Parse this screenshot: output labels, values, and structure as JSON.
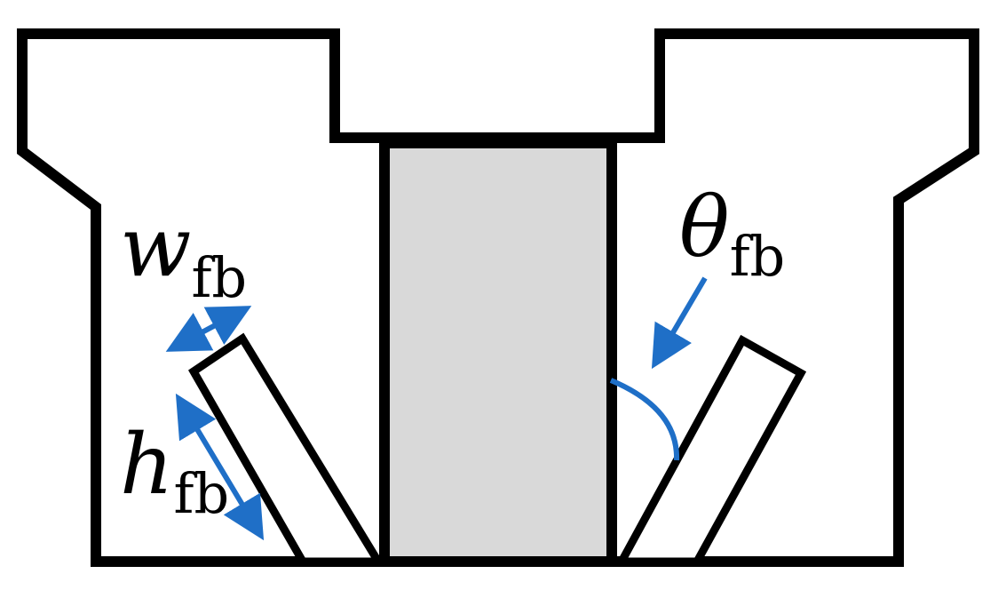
{
  "colors": {
    "outline": "#000000",
    "core_fill": "#d9d9d9",
    "dimension": "#1f6fc7",
    "background": "#ffffff"
  },
  "labels": {
    "width": {
      "symbol": "w",
      "subscript": "fb"
    },
    "height": {
      "symbol": "h",
      "subscript": "fb"
    },
    "angle": {
      "symbol": "θ",
      "subscript": "fb"
    }
  }
}
